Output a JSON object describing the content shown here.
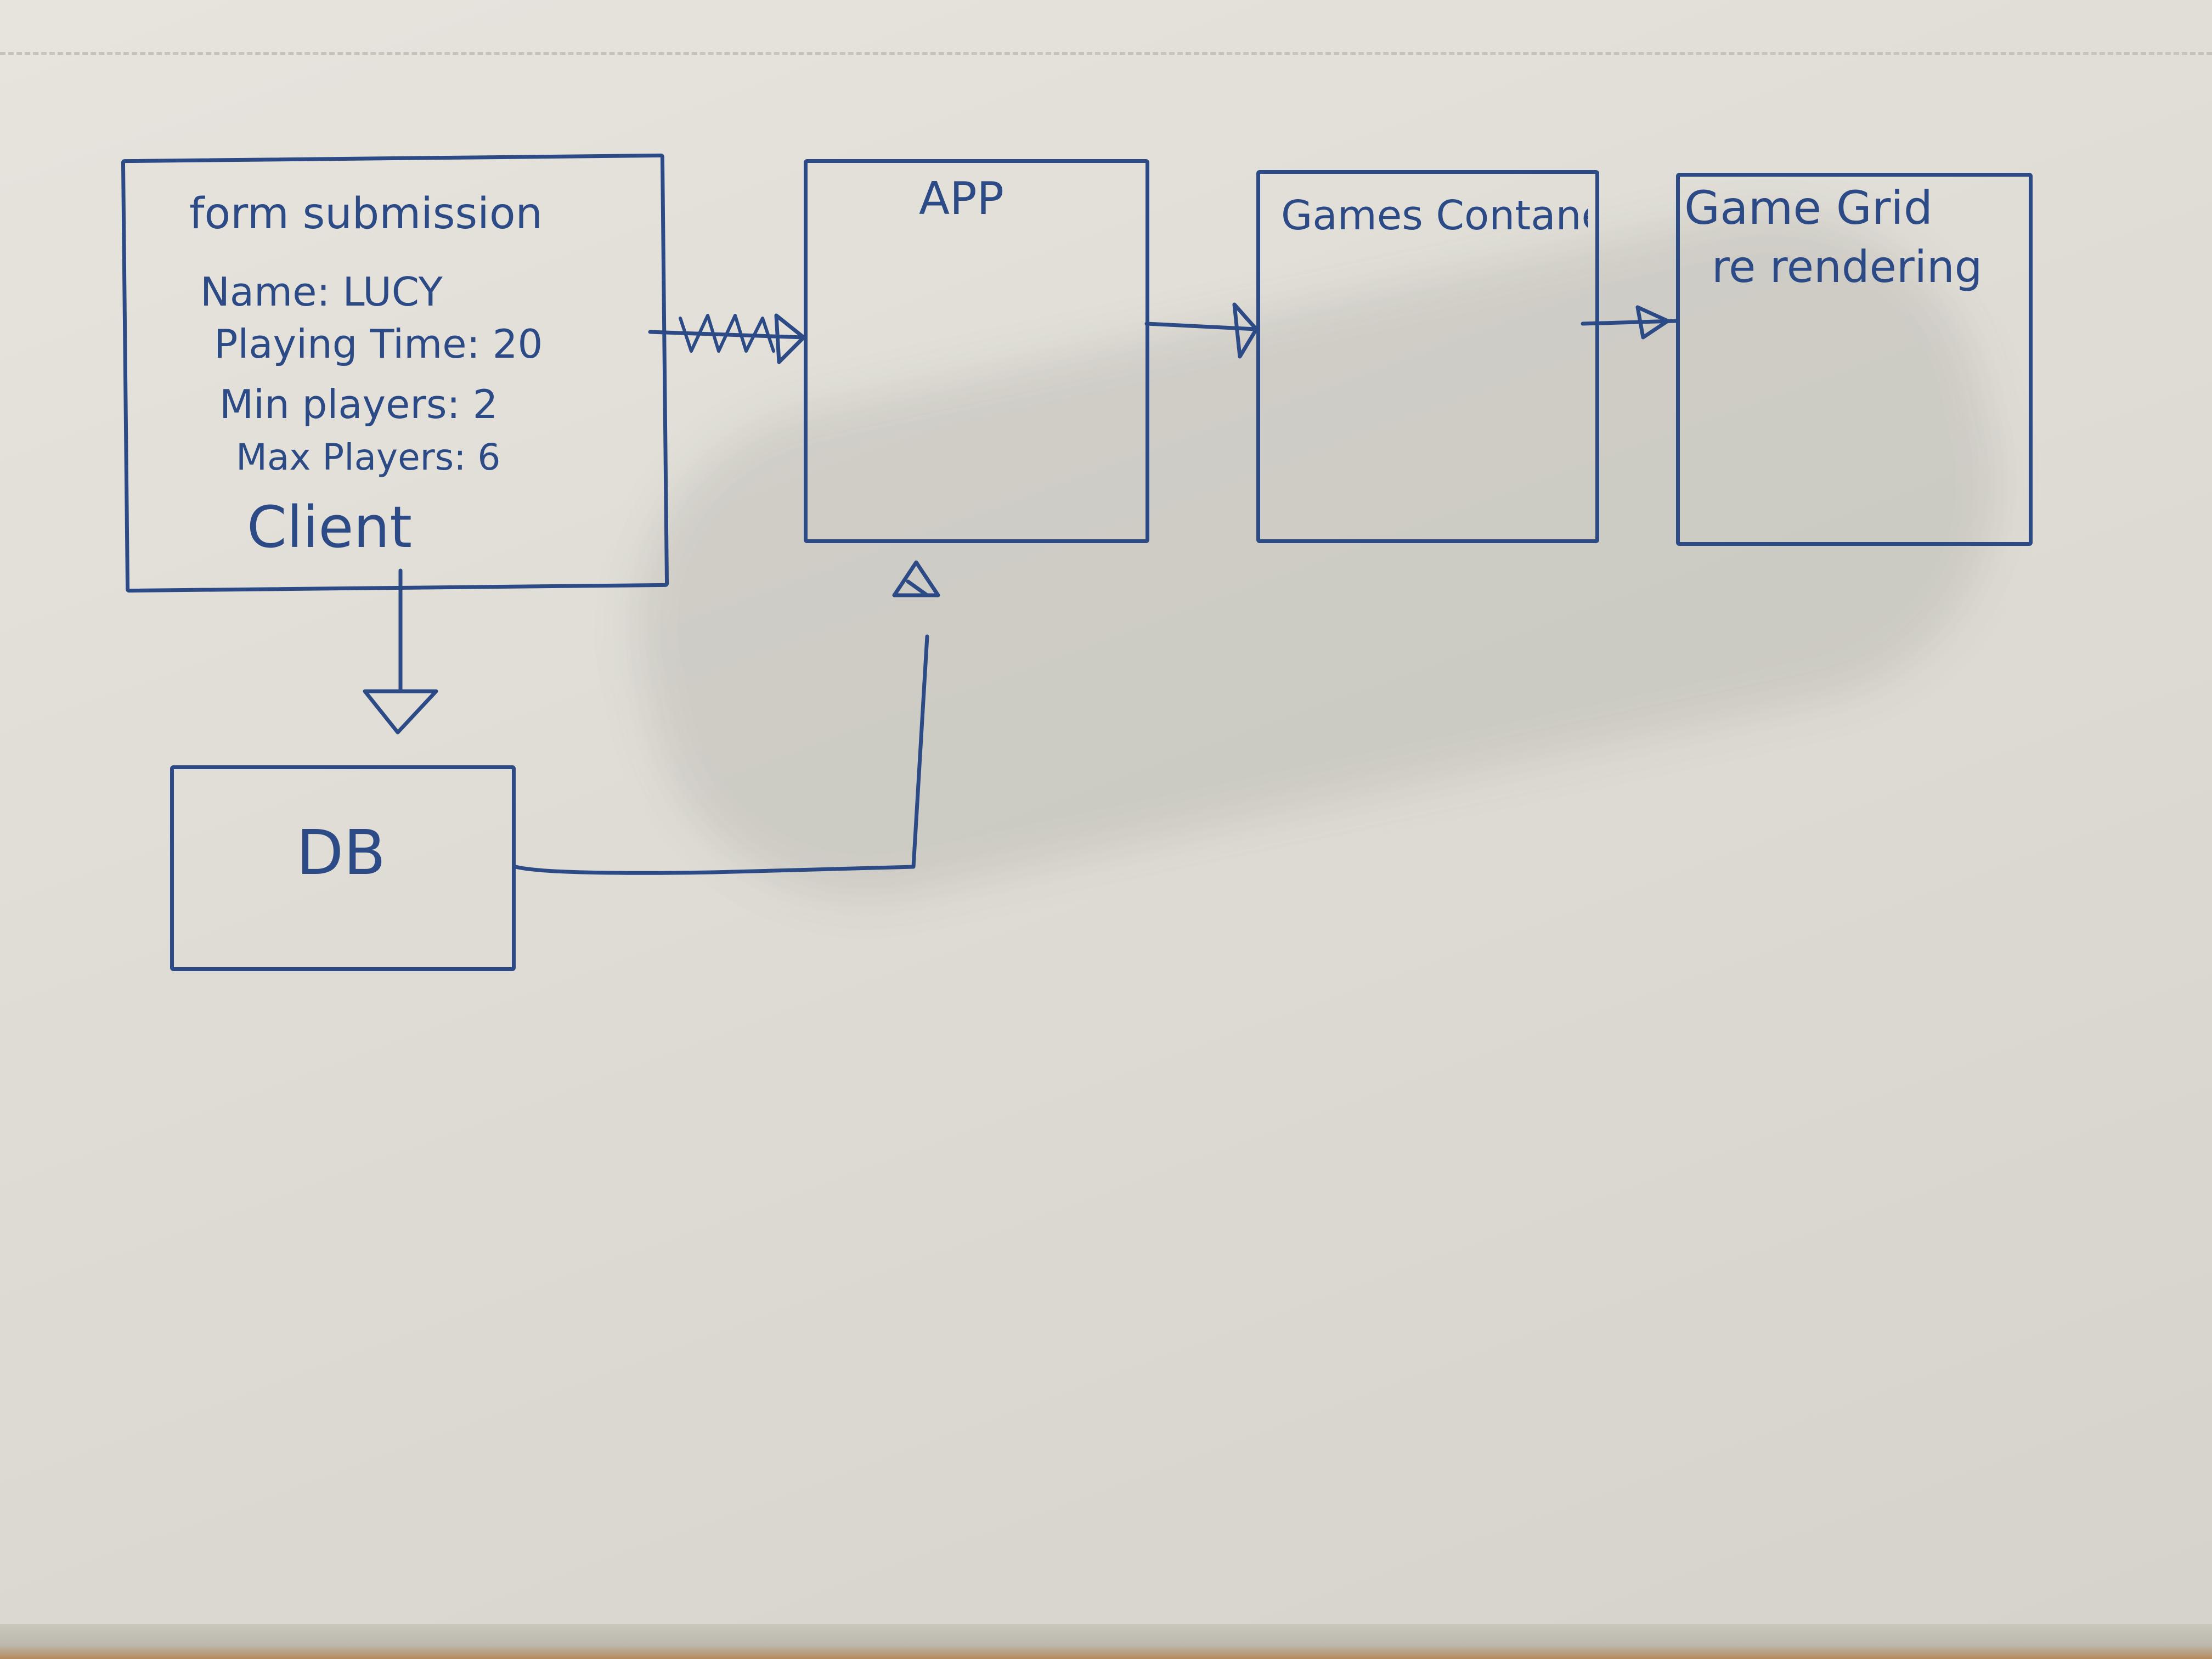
{
  "diagram": {
    "client": {
      "title": "form submission",
      "fields": [
        "Name: LUCY",
        "Playing Time: 20",
        "Min players: 2",
        "Max Players: 6"
      ],
      "caption": "Client"
    },
    "app": {
      "title": "APP"
    },
    "games_container": {
      "title": "Games Contaner"
    },
    "game_grid": {
      "line1": "Game Grid",
      "line2": "re rendering"
    },
    "db": {
      "title": "DB"
    }
  },
  "colors": {
    "ink": "#2c4a86",
    "paper": "#e2e0d8"
  }
}
